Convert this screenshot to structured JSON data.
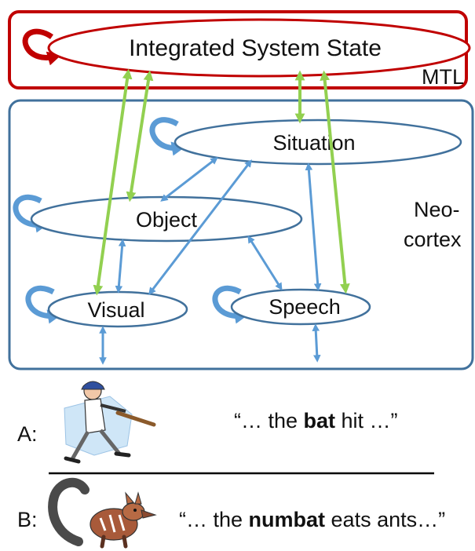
{
  "diagram": {
    "mtl": {
      "node_label": "Integrated System State",
      "region_label": "MTL",
      "color": "#c00000"
    },
    "neocortex": {
      "region_label_line1": "Neo-",
      "region_label_line2": "cortex",
      "color": "#41719c"
    },
    "nodes": {
      "situation": "Situation",
      "object": "Object",
      "visual": "Visual",
      "speech": "Speech"
    },
    "arrow_colors": {
      "green": "#92d050",
      "blue": "#5b9bd5"
    }
  },
  "examples": {
    "a": {
      "prefix": "A:",
      "quote_open": "“… the ",
      "keyword": "bat",
      "quote_close": " hit …”",
      "image_icon": "baseball-batter-illustration"
    },
    "b": {
      "prefix": "B:",
      "quote_open": "“… the ",
      "keyword": "numbat",
      "quote_close": " eats ants…”",
      "image_icon": "numbat-illustration"
    }
  }
}
